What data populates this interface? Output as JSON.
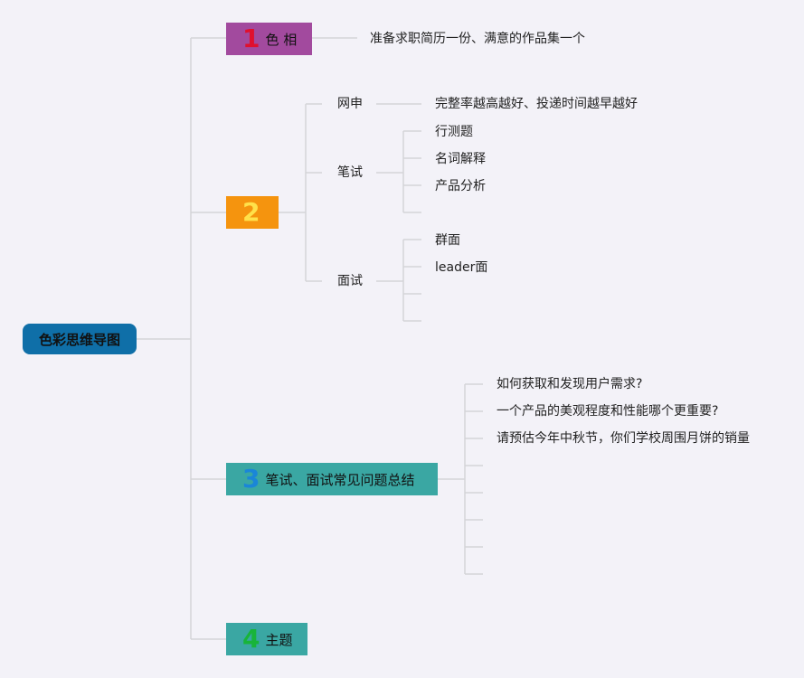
{
  "root": {
    "label": "色彩思维导图"
  },
  "branches": [
    {
      "num": "1",
      "label": "色 相",
      "items": [
        "准备求职简历一份、满意的作品集一个"
      ]
    },
    {
      "num": "2",
      "label": "",
      "subs": [
        {
          "label": "网申",
          "items": [
            "完整率越高越好、投递时间越早越好"
          ]
        },
        {
          "label": "笔试",
          "items": [
            "行测题",
            "名词解释",
            "产品分析",
            ""
          ]
        },
        {
          "label": "面试",
          "items": [
            "群面",
            "leader面",
            "",
            ""
          ]
        }
      ]
    },
    {
      "num": "3",
      "label": "笔试、面试常见问题总结",
      "items": [
        "如何获取和发现用户需求?",
        "一个产品的美观程度和性能哪个更重要?",
        "请预估今年中秋节，你们学校周围月饼的销量",
        "",
        "",
        "",
        "",
        ""
      ]
    },
    {
      "num": "4",
      "label": "主题"
    }
  ],
  "colors": {
    "background": "#f3f2f8",
    "root": "#0f6fa8",
    "branch1": "#a24a9e",
    "branch2": "#f5940e",
    "branch3": "#3aa7a3",
    "branch4": "#3aa7a3",
    "num1": "#e0102e",
    "num2": "#ffe14a",
    "num3": "#1a86d8",
    "num4": "#18b43a",
    "connector": "#d4d4d8"
  }
}
